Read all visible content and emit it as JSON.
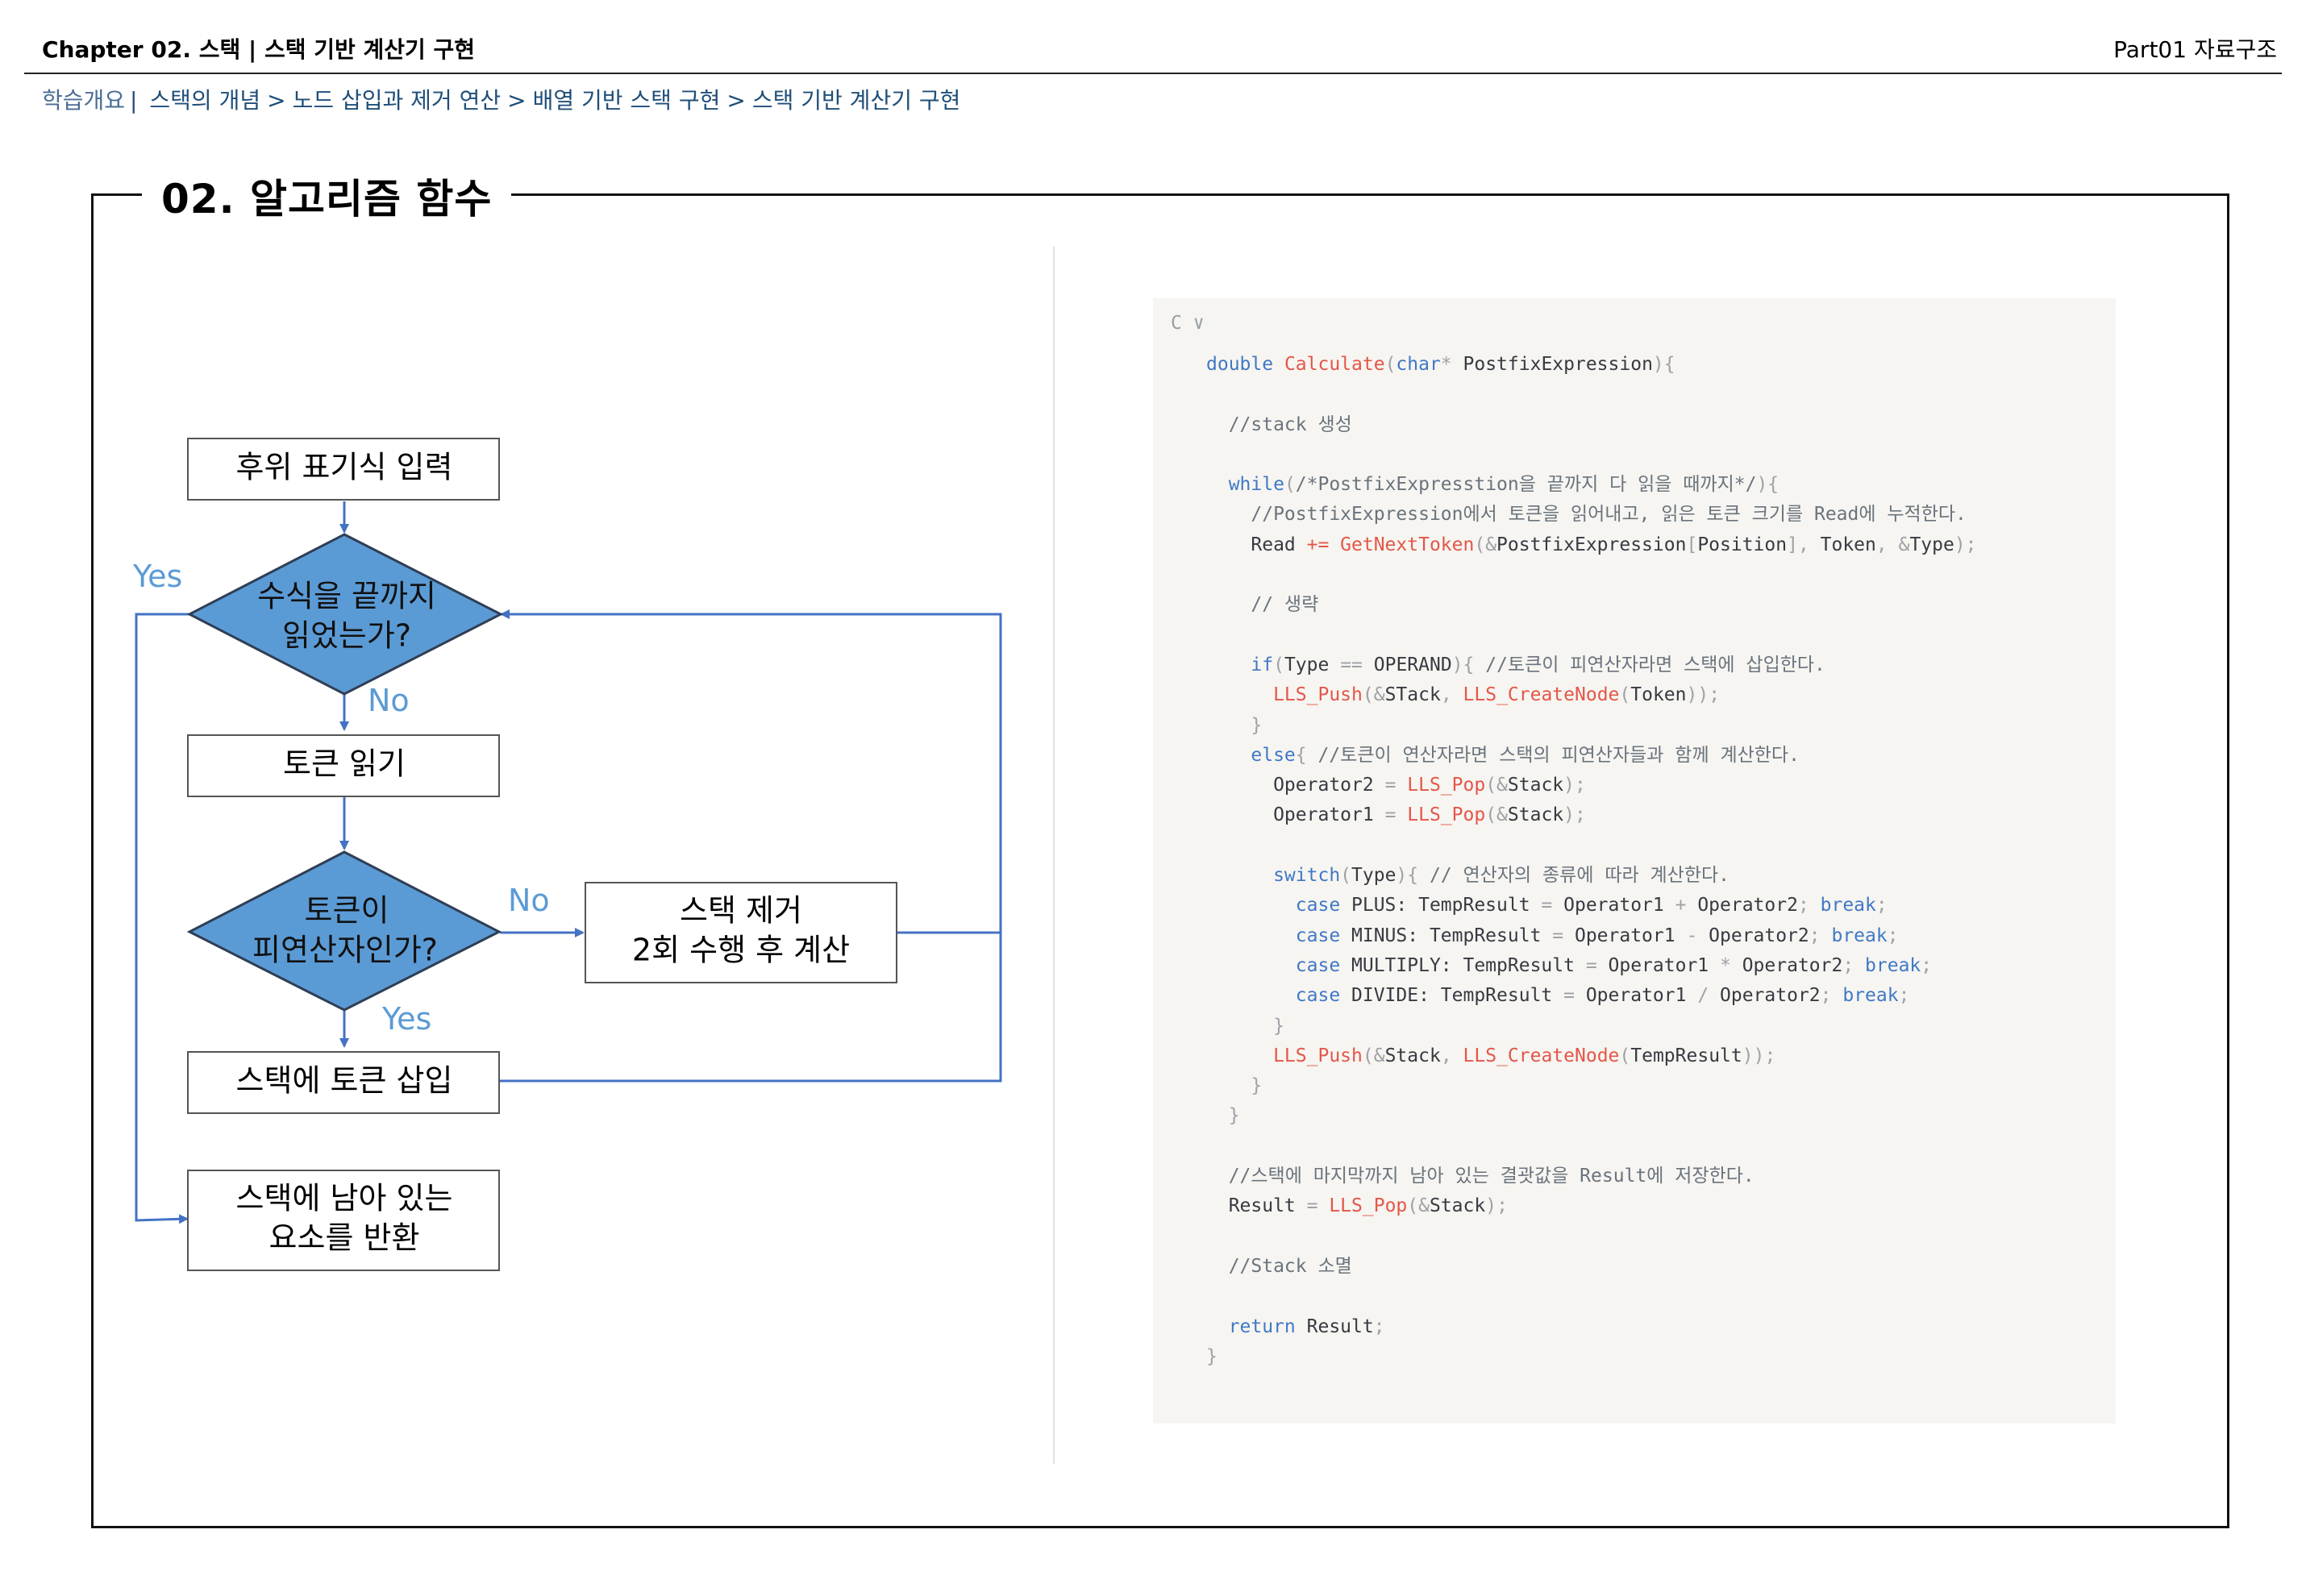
{
  "header": {
    "left": "Chapter 02. 스택  |  스택 기반 계산기 구현",
    "right": "Part01 자료구조"
  },
  "breadcrumb": {
    "intro": "학습개요",
    "separator": "|",
    "items": [
      "스택의 개념",
      "노드 삽입과 제거 연산",
      "배열 기반 스택 구현",
      "스택 기반 계산기 구현"
    ],
    "arrow": ">"
  },
  "section": {
    "number": "02.",
    "title": "알고리즘 함수"
  },
  "flowchart": {
    "nodes": {
      "input": "후위 표기식 입력",
      "check_end_line1": "수식을 끝까지",
      "check_end_line2": "읽었는가?",
      "read_token": "토큰 읽기",
      "check_operand_line1": "토큰이",
      "check_operand_line2": "피연산자인가?",
      "pop_calc_line1": "스택 제거",
      "pop_calc_line2": "2회 수행 후 계산",
      "push_token": "스택에 토큰 삽입",
      "return_line1": "스택에 남아 있는",
      "return_line2": "요소를 반환"
    },
    "labels": {
      "yes_end": "Yes",
      "no_end": "No",
      "no_operand": "No",
      "yes_operand": "Yes"
    },
    "colors": {
      "diamond_fill": "#5b9bd5",
      "diamond_stroke": "#2f3e55",
      "arrow": "#4472c4",
      "label": "#5b9bd5"
    }
  },
  "code": {
    "language": "C ∨",
    "lines": [
      [
        [
          "kw",
          "double "
        ],
        [
          "fn",
          "Calculate"
        ],
        [
          "op",
          "("
        ],
        [
          "kw",
          "char"
        ],
        [
          "op",
          "* "
        ],
        [
          "id",
          "PostfixExpression"
        ],
        [
          "op",
          "){"
        ]
      ],
      [],
      [
        [
          "cm",
          "  //stack 생성"
        ]
      ],
      [],
      [
        [
          "kw",
          "  while"
        ],
        [
          "op",
          "("
        ],
        [
          "cm",
          "/*PostfixExpresstion을 끝까지 다 읽을 때까지*/"
        ],
        [
          "op",
          "){"
        ]
      ],
      [
        [
          "cm",
          "    //PostfixExpression에서 토큰을 읽어내고, 읽은 토큰 크기를 Read에 누적한다."
        ]
      ],
      [
        [
          "id",
          "    Read "
        ],
        [
          "fn",
          "+= GetNextToken"
        ],
        [
          "op",
          "(&"
        ],
        [
          "id",
          "PostfixExpression"
        ],
        [
          "op",
          "["
        ],
        [
          "id",
          "Position"
        ],
        [
          "op",
          "], "
        ],
        [
          "id",
          "Token"
        ],
        [
          "op",
          ", &"
        ],
        [
          "id",
          "Type"
        ],
        [
          "op",
          ");"
        ]
      ],
      [],
      [
        [
          "cm",
          "    // 생략"
        ]
      ],
      [],
      [
        [
          "kw",
          "    if"
        ],
        [
          "op",
          "("
        ],
        [
          "id",
          "Type "
        ],
        [
          "op",
          "== "
        ],
        [
          "id",
          "OPERAND"
        ],
        [
          "op",
          ")"
        ],
        [
          "op",
          "{ "
        ],
        [
          "cm",
          "//토큰이 피연산자라면 스택에 삽입한다."
        ]
      ],
      [
        [
          "fn",
          "      LLS_Push"
        ],
        [
          "op",
          "(&"
        ],
        [
          "id",
          "STack"
        ],
        [
          "op",
          ", "
        ],
        [
          "fn",
          "LLS_CreateNode"
        ],
        [
          "op",
          "("
        ],
        [
          "id",
          "Token"
        ],
        [
          "op",
          "));"
        ]
      ],
      [
        [
          "op",
          "    }"
        ]
      ],
      [
        [
          "kw",
          "    else"
        ],
        [
          "op",
          "{ "
        ],
        [
          "cm",
          "//토큰이 연산자라면 스택의 피연산자들과 함께 계산한다."
        ]
      ],
      [
        [
          "id",
          "      Operator2 "
        ],
        [
          "op",
          "= "
        ],
        [
          "fn",
          "LLS_Pop"
        ],
        [
          "op",
          "(&"
        ],
        [
          "id",
          "Stack"
        ],
        [
          "op",
          ");"
        ]
      ],
      [
        [
          "id",
          "      Operator1 "
        ],
        [
          "op",
          "= "
        ],
        [
          "fn",
          "LLS_Pop"
        ],
        [
          "op",
          "(&"
        ],
        [
          "id",
          "Stack"
        ],
        [
          "op",
          ");"
        ]
      ],
      [],
      [
        [
          "kw",
          "      switch"
        ],
        [
          "op",
          "("
        ],
        [
          "id",
          "Type"
        ],
        [
          "op",
          ")"
        ],
        [
          "op",
          "{ "
        ],
        [
          "cm",
          "// 연산자의 종류에 따라 계산한다."
        ]
      ],
      [
        [
          "kw",
          "        case "
        ],
        [
          "id",
          "PLUS: TempResult "
        ],
        [
          "op",
          "= "
        ],
        [
          "id",
          "Operator1 "
        ],
        [
          "op",
          "+ "
        ],
        [
          "id",
          "Operator2"
        ],
        [
          "op",
          "; "
        ],
        [
          "kw",
          "break"
        ],
        [
          "op",
          ";"
        ]
      ],
      [
        [
          "kw",
          "        case "
        ],
        [
          "id",
          "MINUS: TempResult "
        ],
        [
          "op",
          "= "
        ],
        [
          "id",
          "Operator1 "
        ],
        [
          "op",
          "- "
        ],
        [
          "id",
          "Operator2"
        ],
        [
          "op",
          "; "
        ],
        [
          "kw",
          "break"
        ],
        [
          "op",
          ";"
        ]
      ],
      [
        [
          "kw",
          "        case "
        ],
        [
          "id",
          "MULTIPLY: TempResult "
        ],
        [
          "op",
          "= "
        ],
        [
          "id",
          "Operator1 "
        ],
        [
          "op",
          "* "
        ],
        [
          "id",
          "Operator2"
        ],
        [
          "op",
          "; "
        ],
        [
          "kw",
          "break"
        ],
        [
          "op",
          ";"
        ]
      ],
      [
        [
          "kw",
          "        case "
        ],
        [
          "id",
          "DIVIDE: TempResult "
        ],
        [
          "op",
          "= "
        ],
        [
          "id",
          "Operator1 "
        ],
        [
          "op",
          "/ "
        ],
        [
          "id",
          "Operator2"
        ],
        [
          "op",
          "; "
        ],
        [
          "kw",
          "break"
        ],
        [
          "op",
          ";"
        ]
      ],
      [
        [
          "op",
          "      }"
        ]
      ],
      [
        [
          "fn",
          "      LLS_Push"
        ],
        [
          "op",
          "(&"
        ],
        [
          "id",
          "Stack"
        ],
        [
          "op",
          ", "
        ],
        [
          "fn",
          "LLS_CreateNode"
        ],
        [
          "op",
          "("
        ],
        [
          "id",
          "TempResult"
        ],
        [
          "op",
          "));"
        ]
      ],
      [
        [
          "op",
          "    }"
        ]
      ],
      [
        [
          "op",
          "  }"
        ]
      ],
      [],
      [
        [
          "cm",
          "  //스택에 마지막까지 남아 있는 결괏값을 Result에 저장한다."
        ]
      ],
      [
        [
          "id",
          "  Result "
        ],
        [
          "op",
          "= "
        ],
        [
          "fn",
          "LLS_Pop"
        ],
        [
          "op",
          "(&"
        ],
        [
          "id",
          "Stack"
        ],
        [
          "op",
          ");"
        ]
      ],
      [],
      [
        [
          "cm",
          "  //Stack 소멸"
        ]
      ],
      [],
      [
        [
          "kw",
          "  return "
        ],
        [
          "id",
          "Result"
        ],
        [
          "op",
          ";"
        ]
      ],
      [
        [
          "op",
          "}"
        ]
      ]
    ]
  }
}
